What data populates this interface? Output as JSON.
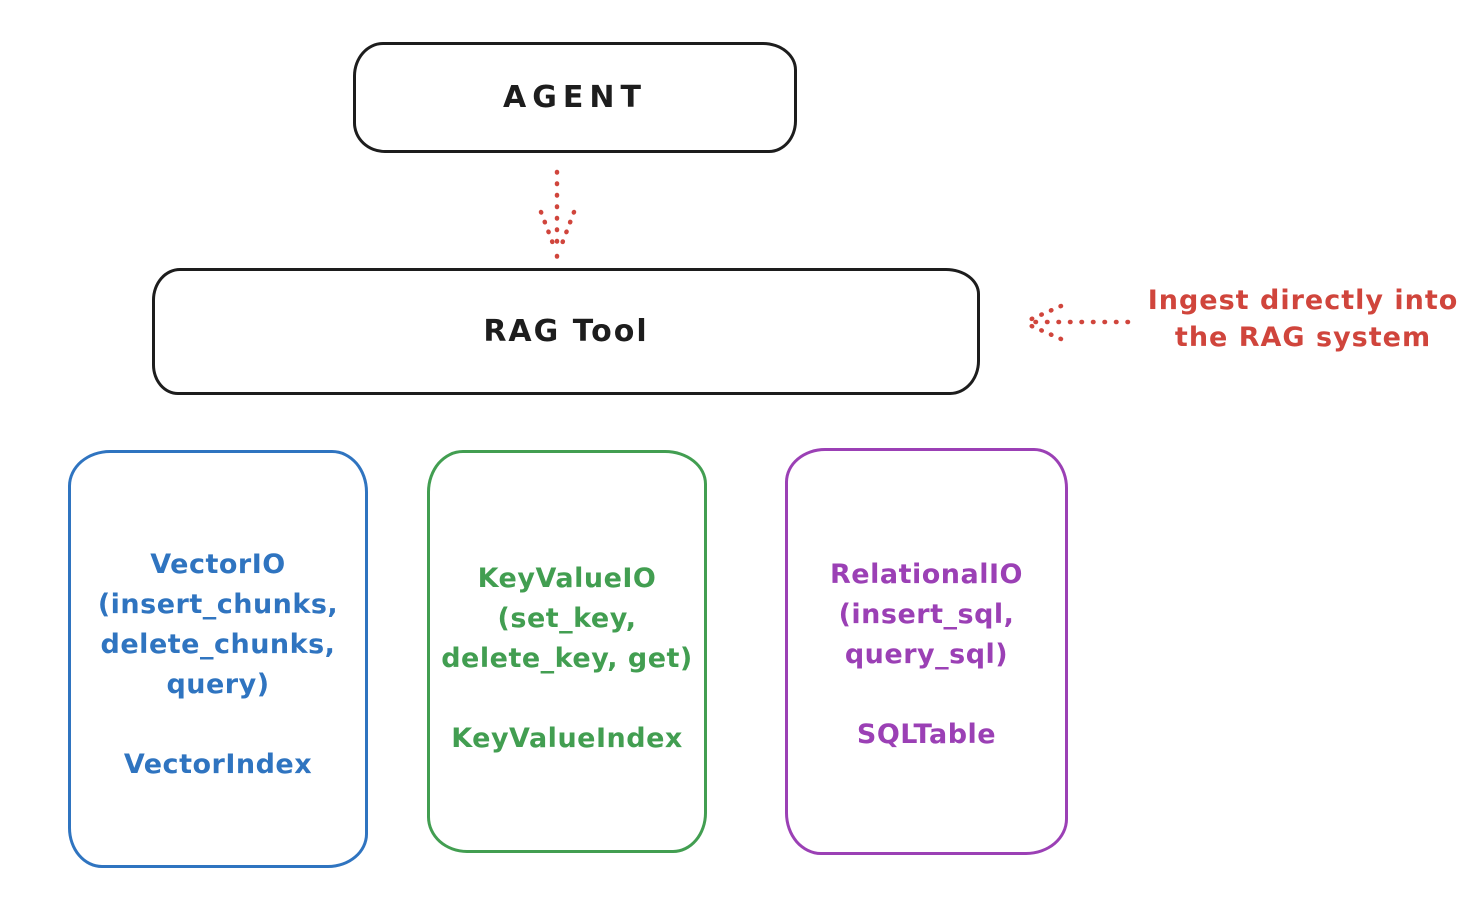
{
  "diagram": {
    "agent": {
      "label": "AGENT"
    },
    "rag_tool": {
      "label": "RAG Tool"
    },
    "annotation": {
      "line1": "Ingest directly into",
      "line2": "the RAG system",
      "color": "#d0453c"
    },
    "arrows": [
      {
        "id": "agent-to-rag",
        "style": "dotted",
        "direction": "down",
        "color": "#d0453c"
      },
      {
        "id": "annotation-to-rag",
        "style": "dotted",
        "direction": "left",
        "color": "#d0453c"
      }
    ],
    "nodes": [
      {
        "id": "vector-io",
        "color": "#2f74c0",
        "lines": [
          "VectorIO",
          "(insert_chunks,",
          "delete_chunks,",
          "query)"
        ],
        "footer": "VectorIndex"
      },
      {
        "id": "keyvalue-io",
        "color": "#429e51",
        "lines": [
          "KeyValueIO",
          "(set_key,",
          "delete_key, get)"
        ],
        "footer": "KeyValueIndex"
      },
      {
        "id": "relational-io",
        "color": "#9b40b5",
        "lines": [
          "RelationalIO",
          "(insert_sql,",
          "query_sql)"
        ],
        "footer": "SQLTable"
      }
    ],
    "colors": {
      "stroke": "#1d1d1d",
      "background": "#ffffff"
    }
  }
}
